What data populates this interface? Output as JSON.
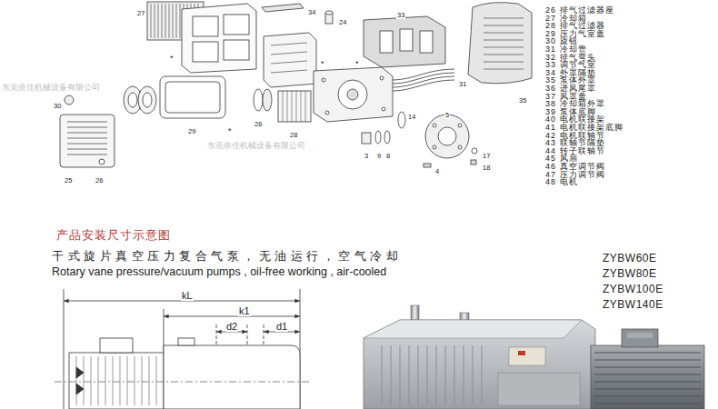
{
  "diagram": {
    "title": "产品安装尺寸示意图",
    "labels": [
      "26 排气过滤器座",
      "27 冷却箱",
      "28 排气过滤器",
      "29 压力气室盖",
      "30 旋钮",
      "31 冷却管",
      "32 排气弯头",
      "33 调节气室",
      "34 外罩隔垫",
      "35 泵体外罩",
      "36 进风尾罩",
      "37 风罩盖",
      "38 冷却箱外罩",
      "39 泵体底脚",
      "40 电机联接架",
      "41 电机联接架底脚",
      "42 电机联轴节",
      "43 联轴节隔垫",
      "44 转子联轴节",
      "45 风扇",
      "46 真空调节阀",
      "47 压力调节阀",
      "48 电机",
      "干式旋片真空压力复合气泵，无油运行，空气冷却",
      "Rotary vane pressure/vacuum pumps , oil-free working , air-cooled",
      "ZYBW60E",
      "ZYBW80E",
      "ZYBW100E",
      "ZYBW140E",
      "kL",
      "k1",
      "d2",
      "d1",
      "27",
      "34",
      "24",
      "35",
      "33",
      "31",
      "30",
      "25",
      "26",
      "29",
      "26",
      "28",
      "3",
      "9",
      "8",
      "14",
      "5",
      "4",
      "17",
      "18",
      "*",
      "*",
      "*",
      "*",
      "东莞依佳机械设备有限公司",
      "东莞依佳机械设备有限公司"
    ]
  }
}
